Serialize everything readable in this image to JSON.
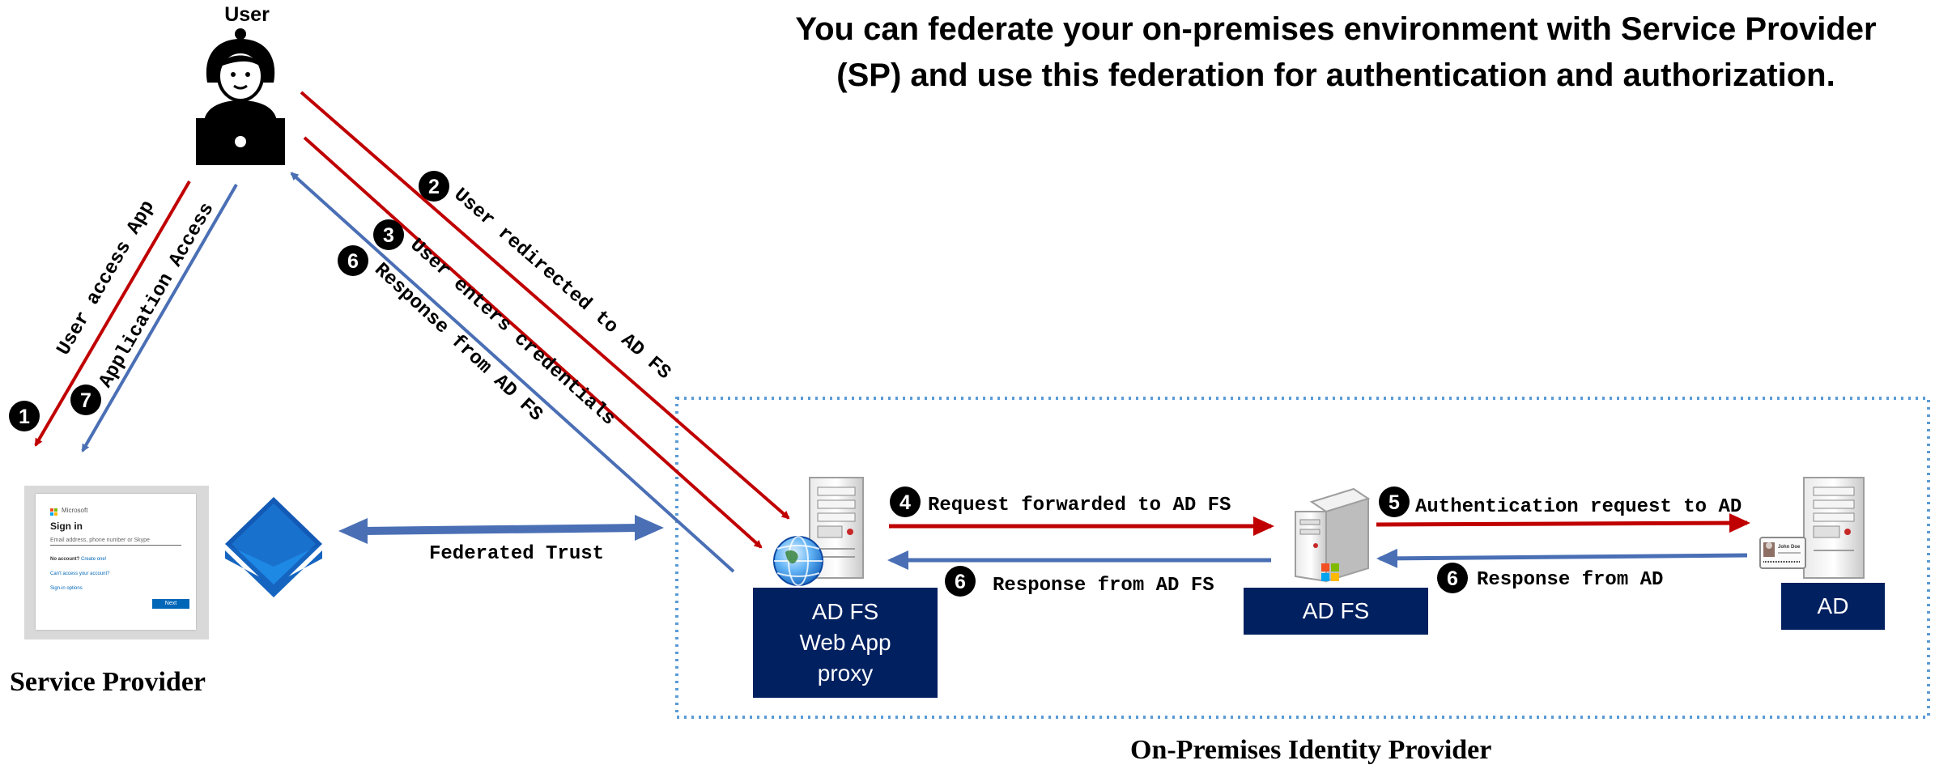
{
  "title": "You can federate your on-premises environment with Service Provider (SP) and use this federation for authentication and authorization.",
  "user_label": "User",
  "service_provider_label": "Service Provider",
  "onprem_label": "On-Premises Identity Provider",
  "federated_trust_label": "Federated Trust",
  "signin": {
    "brand": "Microsoft",
    "title": "Sign in",
    "input_placeholder": "Email address, phone number or Skype",
    "no_account_text": "No account?",
    "create_one": "Create one!",
    "cant_access": "Can't access your account?",
    "signin_options": "Sign-in options",
    "next_button": "Next"
  },
  "boxes": {
    "wap": [
      "AD FS",
      "Web App",
      "proxy"
    ],
    "adfs": "AD FS",
    "ad": "AD"
  },
  "ad_card_name": "John Doe",
  "steps": [
    {
      "num": "1",
      "text": "User access App"
    },
    {
      "num": "7",
      "text": "Application Access"
    },
    {
      "num": "2",
      "text": "User redirected to AD FS"
    },
    {
      "num": "3",
      "text": "User enters credentials"
    },
    {
      "num": "6",
      "text": "Response from AD FS"
    },
    {
      "num": "4",
      "text": "Request forwarded to AD FS"
    },
    {
      "num": "6",
      "text": "Response from AD FS"
    },
    {
      "num": "5",
      "text": "Authentication request to AD"
    },
    {
      "num": "6",
      "text": "Response from AD"
    }
  ],
  "colors": {
    "red_arrow": "#c00000",
    "blue_arrow": "#4a6fb5",
    "box_navy": "#002060",
    "dotted_border": "#5b9bd5",
    "diamond_blue": "#1565c0"
  },
  "icons": [
    "user-laptop-icon",
    "service-provider-logo-icon",
    "adfs-proxy-server-icon",
    "globe-icon",
    "adfs-server-icon",
    "windows-logo-icon",
    "ad-server-icon",
    "id-card-icon"
  ]
}
